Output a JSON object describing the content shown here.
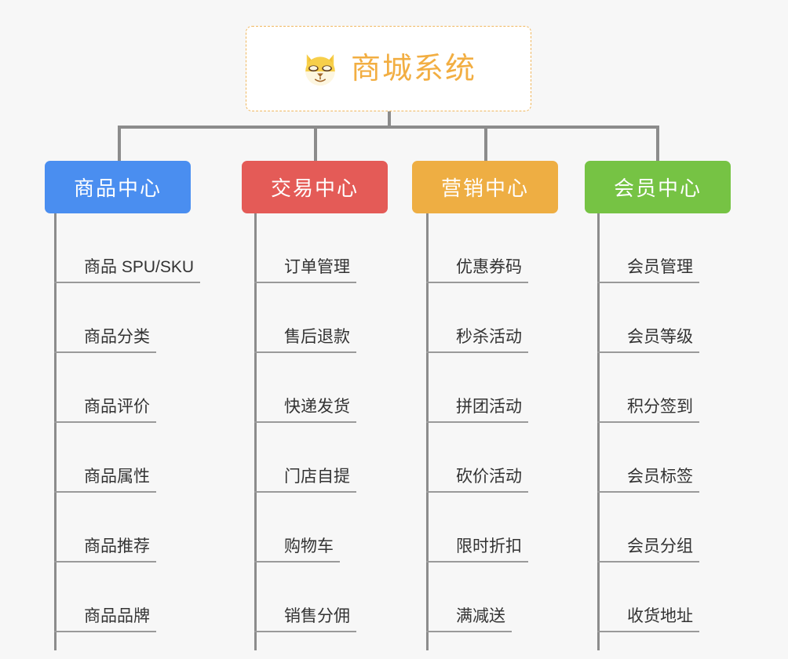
{
  "root": {
    "title": "商城系统",
    "icon": "shiba-inu-icon",
    "title_color": "#f2ae42",
    "border_color": "#f0b860",
    "background": "#ffffff"
  },
  "canvas": {
    "background": "#f7f7f7",
    "connector_color": "#8c8c8c",
    "leaf_text_color": "#333333",
    "leaf_underline_color": "#9a9a9a"
  },
  "categories": [
    {
      "label": "商品中心",
      "color": "#4a8ef0",
      "items": [
        "商品 SPU/SKU",
        "商品分类",
        "商品评价",
        "商品属性",
        "商品推荐",
        "商品品牌"
      ]
    },
    {
      "label": "交易中心",
      "color": "#e45b57",
      "items": [
        "订单管理",
        "售后退款",
        "快递发货",
        "门店自提",
        "购物车",
        "销售分佣"
      ]
    },
    {
      "label": "营销中心",
      "color": "#eeae43",
      "items": [
        "优惠券码",
        "秒杀活动",
        "拼团活动",
        "砍价活动",
        "限时折扣",
        "满减送"
      ]
    },
    {
      "label": "会员中心",
      "color": "#76c344",
      "items": [
        "会员管理",
        "会员等级",
        "积分签到",
        "会员标签",
        "会员分组",
        "收货地址"
      ]
    }
  ]
}
